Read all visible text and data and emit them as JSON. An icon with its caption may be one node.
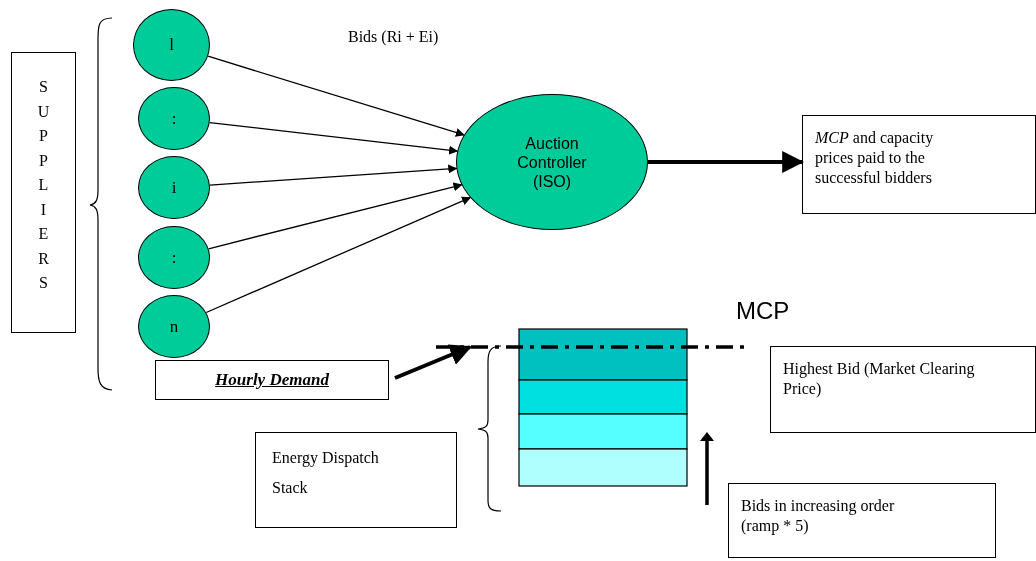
{
  "diagram": {
    "nodes": [
      {
        "text": [
          "SUPPLIERS"
        ]
      },
      {
        "text": [
          "l"
        ]
      },
      {
        "text": [
          ":"
        ]
      },
      {
        "text": [
          "i"
        ]
      },
      {
        "text": [
          ":"
        ]
      },
      {
        "text": [
          "n"
        ]
      },
      {
        "text": [
          "Auction Controller (ISO)"
        ]
      },
      {
        "text": [
          "*MCP* and capacity prices paid to the successful bidders"
        ]
      },
      {
        "text": [
          "Hourly Demand"
        ]
      },
      {
        "text": [
          "Energy Dispatch Stack"
        ]
      },
      {
        "text": [
          "Highest Bid (Market Clearing Price)"
        ]
      },
      {
        "text": [
          "Bids in increasing order (ramp * 5)"
        ]
      },
      {
        "text": [],
        "shape": "line"
      }
    ],
    "edges": [
      {
        "from": 1,
        "to": 6,
        "arrow": "to"
      },
      {
        "from": 2,
        "to": 6,
        "arrow": "to"
      },
      {
        "from": 3,
        "to": 6,
        "arrow": "to"
      },
      {
        "from": 4,
        "to": 6,
        "arrow": "to"
      },
      {
        "from": 5,
        "to": 6,
        "arrow": "to"
      },
      {
        "from": 6,
        "to": 7,
        "arrow": "to",
        "style": "thick"
      },
      {
        "from": 8,
        "to": 12,
        "arrow": "to",
        "style": "thick"
      }
    ],
    "labels": [
      "Bids (Ri + Ei)",
      "MCP"
    ]
  }
}
